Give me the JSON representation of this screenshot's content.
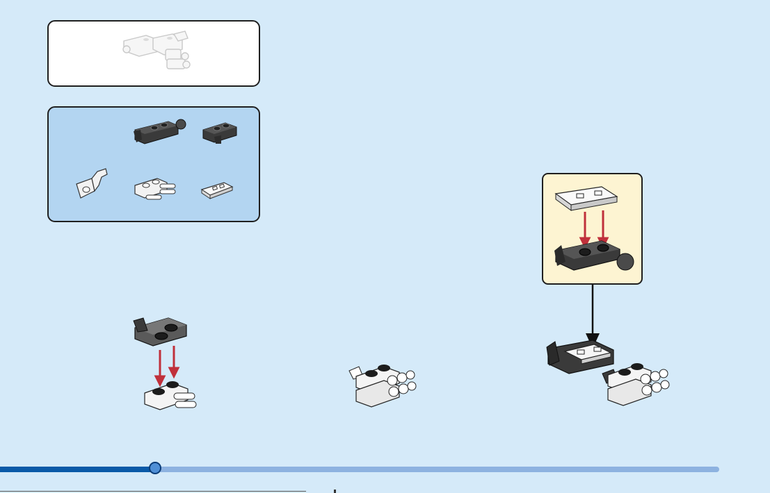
{
  "page": {
    "background": "#d5eaf9",
    "colors": {
      "dark_part": "#3a3a3a",
      "light_part": "#f2f2f2",
      "arrow_red": "#c0303b",
      "callout_bg": "#fdf4d2",
      "parts_bg": "#b3d5f1"
    }
  },
  "preview": {
    "icon": "finished-model-silhouette"
  },
  "parts_list": {
    "items": [
      {
        "icon": "dark-plate-with-clip-and-ball"
      },
      {
        "icon": "dark-plate-with-clip"
      },
      {
        "icon": "white-clip-bracket"
      },
      {
        "icon": "white-plate-with-bars"
      },
      {
        "icon": "white-tile-grille"
      }
    ]
  },
  "steps": [
    {
      "icon": "attach-dark-clip-plate-to-white-bar-plate"
    },
    {
      "icon": "stacked-white-bar-plates-result"
    },
    {
      "icon": "attach-tile-to-dark-arm-and-join"
    }
  ],
  "progress": {
    "fraction": 0.216
  }
}
